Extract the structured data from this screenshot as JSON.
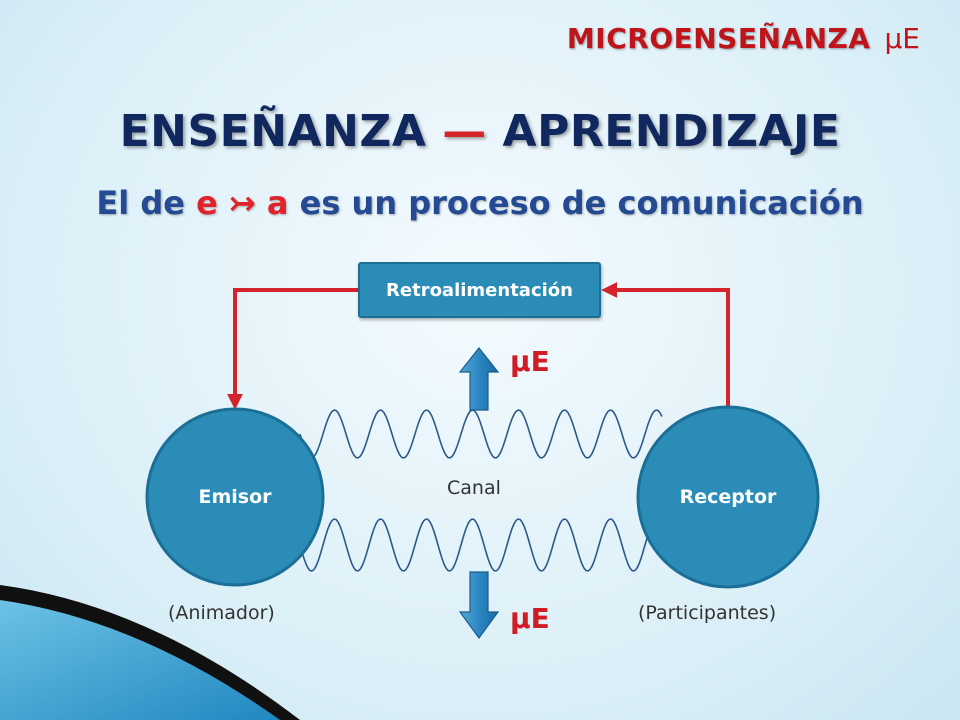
{
  "header": {
    "title": "MICROENSEÑANZA",
    "mu": "μE"
  },
  "main_title": {
    "left": "ENSEÑANZA",
    "dash": "—",
    "right": "APRENDIZAJE"
  },
  "subtitle": {
    "part1": "El de ",
    "e": "e",
    "arrow": "↣",
    "a": "a",
    "part2": " es un proceso de comunicación"
  },
  "diagram": {
    "feedback": "Retroalimentación",
    "sender": "Emisor",
    "receiver": "Receptor",
    "channel": "Canal",
    "sender_role": "(Animador)",
    "receiver_role": "(Participantes)",
    "mu_top": "μE",
    "mu_bottom": "μE"
  },
  "colors": {
    "accent_red": "#d4242b",
    "node_blue": "#2b8db7",
    "title_navy": "#10285e"
  }
}
